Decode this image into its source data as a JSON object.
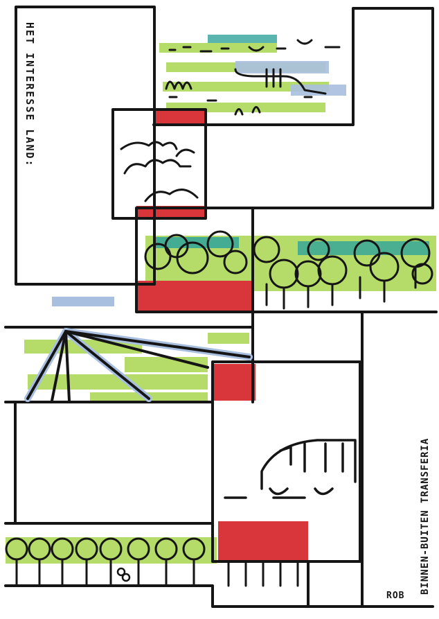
{
  "labels": {
    "top_left": "HET INTERESSE LAND:",
    "right_side": "BINNEN-BUITEN TRANSFERIA",
    "signature": "ROB"
  },
  "colors": {
    "ink": "#151515",
    "red": "#d8363a",
    "green": "#a8d64d",
    "teal": "#2fa39a",
    "blue": "#a9bfe0",
    "paper": "#ffffff"
  },
  "icons": [
    "cloud-icon",
    "tree-icon",
    "car-icon",
    "bicycle-icon",
    "bridge-icon"
  ]
}
